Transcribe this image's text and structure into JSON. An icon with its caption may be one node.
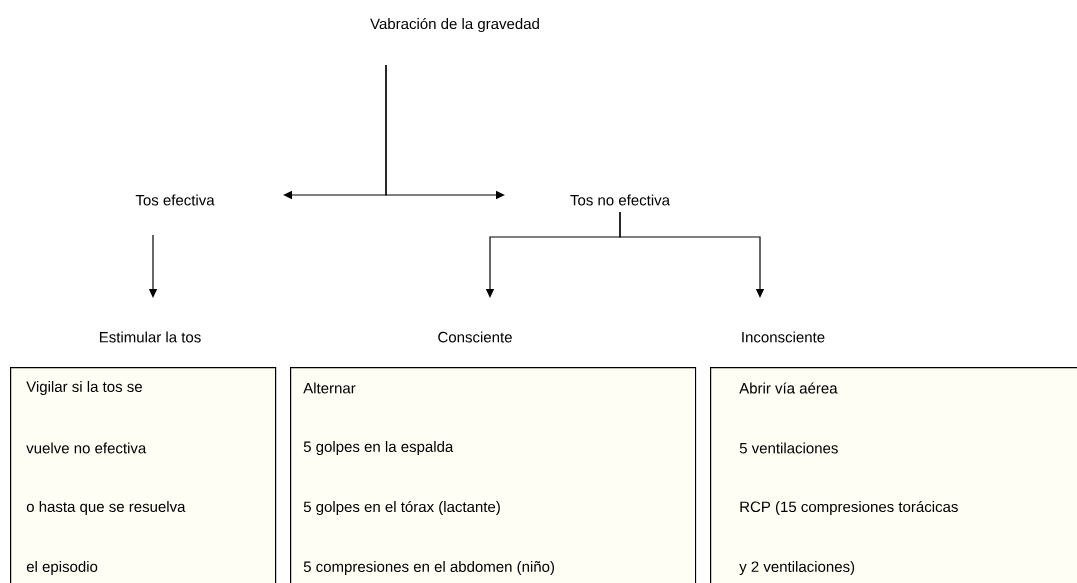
{
  "diagram": {
    "nodes": [
      {
        "text": [
          "Vabración de la gravedad"
        ]
      },
      {
        "text": [
          "Tos efectiva"
        ]
      },
      {
        "text": [
          "Tos no efectiva"
        ]
      },
      {
        "text": [
          "Estimular la tos"
        ]
      },
      {
        "text": [
          "Consciente"
        ]
      },
      {
        "text": [
          "Inconsciente"
        ]
      },
      {
        "text": [
          "Vigilar si la tos se",
          "vuelve no efectiva",
          "o hasta que se resuelva",
          "el episodio"
        ]
      },
      {
        "text": [
          "Alternar",
          "5 golpes en la espalda",
          "5 golpes en el tórax (lactante)",
          "5 compresiones en el abdomen (niño)"
        ]
      },
      {
        "text": [
          "Abrir vía aérea",
          "5 ventilaciones",
          "RCP (15 compresiones torácicas",
          "y 2 ventilaciones)"
        ]
      }
    ],
    "edges": [
      {
        "from": 0,
        "to": 1,
        "arrow": "to"
      },
      {
        "from": 0,
        "to": 2,
        "arrow": "to"
      },
      {
        "from": 1,
        "to": 3,
        "arrow": "to"
      },
      {
        "from": 2,
        "to": 4,
        "arrow": "to"
      },
      {
        "from": 2,
        "to": 5,
        "arrow": "to"
      }
    ]
  }
}
